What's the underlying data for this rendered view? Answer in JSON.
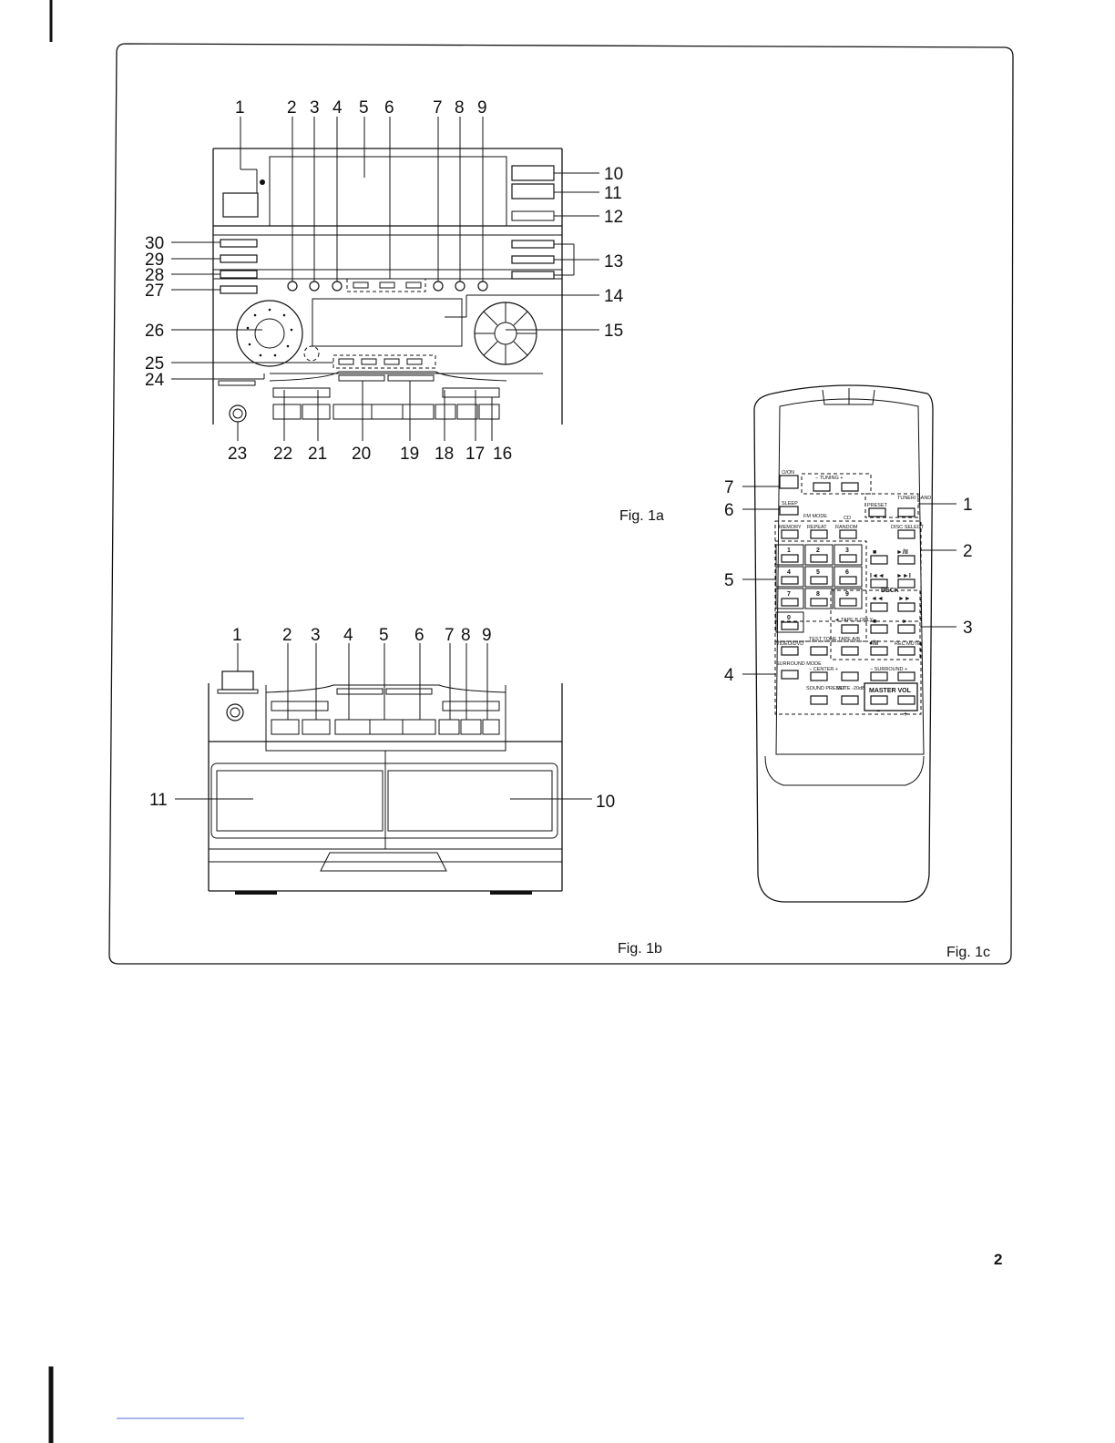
{
  "page_number": "2",
  "figures": {
    "fig1a": {
      "caption": "Fig. 1a",
      "callouts_top": [
        "1",
        "2",
        "3",
        "4",
        "5",
        "6",
        "7",
        "8",
        "9"
      ],
      "callouts_right": [
        "10",
        "11",
        "12",
        "13",
        "14",
        "15"
      ],
      "callouts_left": [
        "30",
        "29",
        "28",
        "27",
        "26",
        "25",
        "24"
      ],
      "callouts_bottom": [
        "23",
        "22",
        "21",
        "20",
        "19",
        "18",
        "17",
        "16"
      ]
    },
    "fig1b": {
      "caption": "Fig. 1b",
      "callouts_top": [
        "1",
        "2",
        "3",
        "4",
        "5",
        "6",
        "7",
        "8",
        "9"
      ],
      "callouts_side": [
        "11",
        "10"
      ]
    },
    "fig1c": {
      "caption": "Fig. 1c",
      "callouts_left": [
        "7",
        "6",
        "5",
        "4"
      ],
      "callouts_right": [
        "1",
        "2",
        "3"
      ],
      "remote_labels": {
        "power": "⏻/ON",
        "tuning": "− TUNING +",
        "sleep": "SLEEP",
        "fm_mode": "FM MODE",
        "cd": "CD",
        "preset": "PRESET",
        "tuner_band": "TUNER/ BAND",
        "memory": "MEMORY",
        "repeat": "REPEAT",
        "random": "RANDOM",
        "disc_select": "DISC SELECT",
        "digits": [
          "1",
          "2",
          "3",
          "4",
          "5",
          "6",
          "7",
          "8",
          "9",
          "0"
        ],
        "stop": "■",
        "play_pause": "►/II",
        "prev": "I◄◄",
        "next": "►►I",
        "deck": "DECK",
        "rew": "◄◄",
        "ffwd": "►►",
        "tape_b_only": "◄ TAPE B ONLY",
        "play": "►",
        "video_dvd": "VIDEO/DVD",
        "test_tone": "TEST TONE",
        "tape_ab": "TAPE A/B",
        "rec_pause": "●/II",
        "rec_mute": "REC MUTE",
        "surround_mode": "SURROUND MODE",
        "center": "− CENTER +",
        "surround": "− SURROUND +",
        "sound_preset": "SOUND PRESET",
        "mute": "MUTE -20dB",
        "master_vol": "MASTER VOL",
        "minus": "−",
        "plus": "+"
      }
    }
  }
}
